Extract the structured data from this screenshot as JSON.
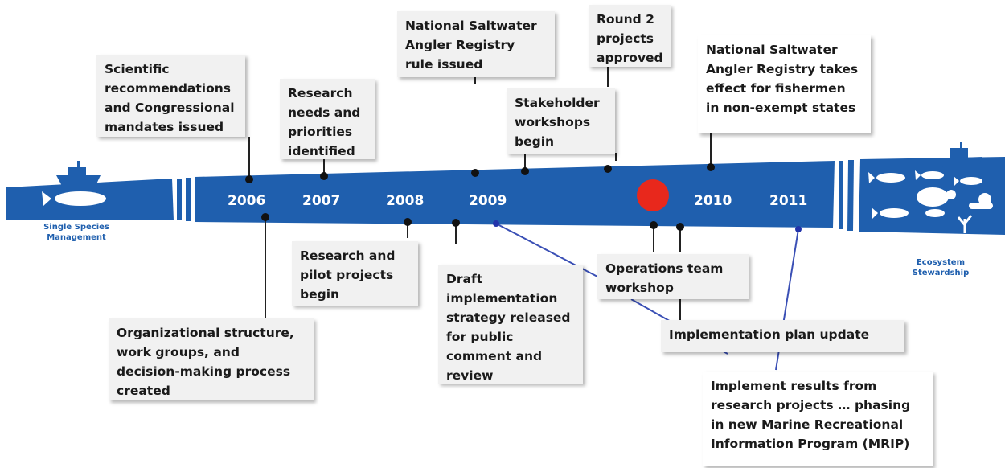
{
  "timeline": {
    "years": [
      "2006",
      "2007",
      "2008",
      "2009",
      "2010",
      "2011"
    ],
    "left_end_label": "Single Species Management",
    "right_end_label": "Ecosystem Stewardship",
    "current_marker_color": "#e8281c",
    "band_color": "#1f5fae"
  },
  "events_above": [
    {
      "text": "Scientific recommendations and Congressional mandates issued"
    },
    {
      "text": "Research needs and priorities identified"
    },
    {
      "text": "National Saltwater Angler Registry rule issued"
    },
    {
      "text": "Stakeholder workshops begin"
    },
    {
      "text": "Round 2 projects approved"
    },
    {
      "text": "National Saltwater Angler Registry takes effect for fishermen in non-exempt states"
    }
  ],
  "events_below": [
    {
      "text": "Organizational structure, work groups, and decision-making process created"
    },
    {
      "text": "Research and pilot projects begin"
    },
    {
      "text": "Draft implementation strategy released for public comment and review"
    },
    {
      "text": "Operations team workshop"
    },
    {
      "text": "Implementation plan update"
    },
    {
      "text": "Implement results from research projects … phasing in new Marine Recreational Information Program (MRIP)"
    }
  ],
  "icons": [
    "boat-icon",
    "fish-icon",
    "turtle-icon",
    "diver-icon",
    "coral-icon"
  ]
}
